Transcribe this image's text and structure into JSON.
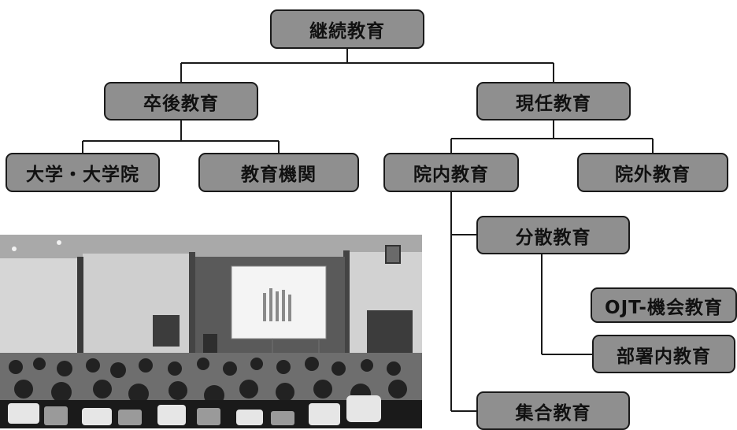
{
  "diagram": {
    "root": "継続教育",
    "level1": [
      "卒後教育",
      "現任教育"
    ],
    "graduate_children": [
      "大学・大学院",
      "教育機関"
    ],
    "inservice_children": [
      "院内教育",
      "院外教育"
    ],
    "inhouse_children": [
      "分散教育",
      "集合教育"
    ],
    "distributed_children": [
      "OJT-機会教育",
      "部署内教育"
    ]
  },
  "photo": {
    "subject": "lecture-hall-presentation-photo"
  },
  "colors": {
    "box_fill": "#8f8f8f",
    "box_border": "#1a1a1a",
    "line": "#1a1a1a"
  }
}
